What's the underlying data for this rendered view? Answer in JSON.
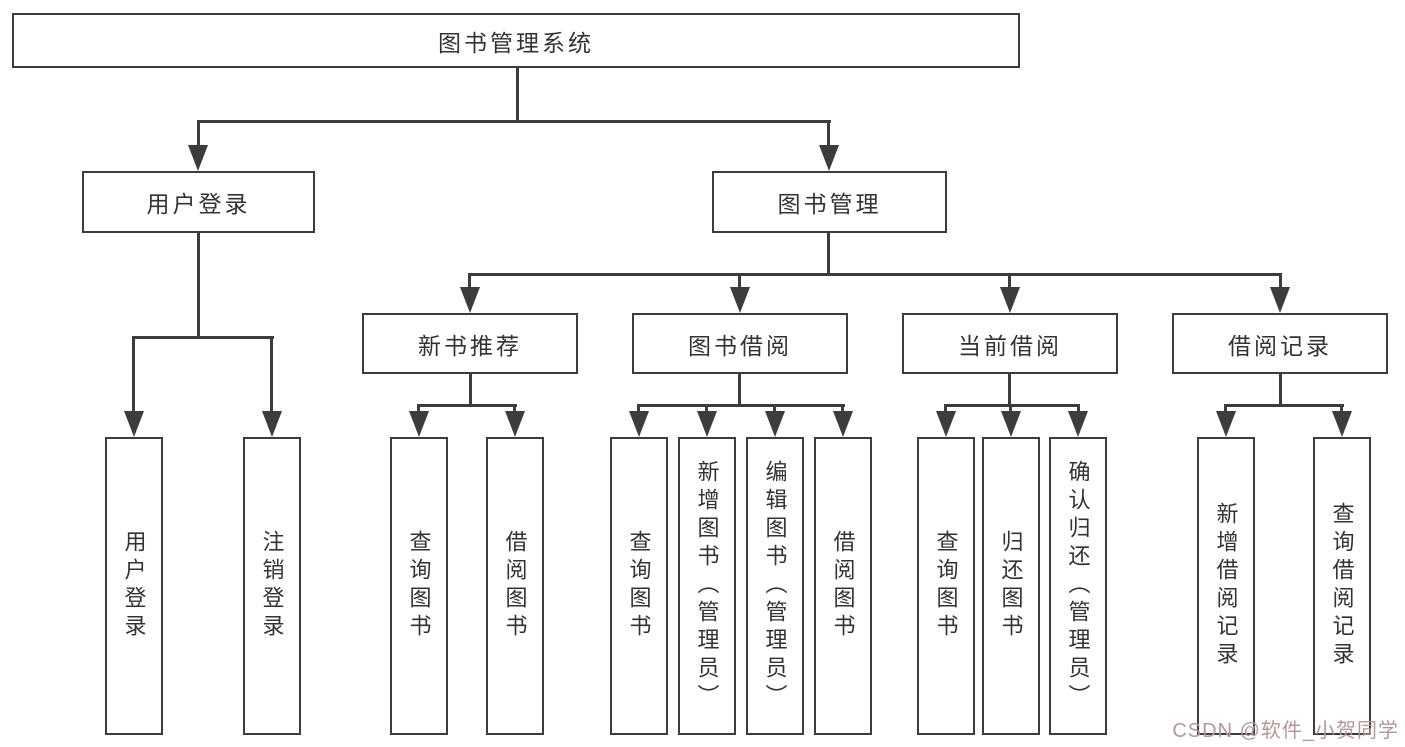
{
  "root": {
    "label": "图书管理系统"
  },
  "level2": [
    {
      "label": "用户登录"
    },
    {
      "label": "图书管理"
    }
  ],
  "level3": [
    {
      "label": "新书推荐"
    },
    {
      "label": "图书借阅"
    },
    {
      "label": "当前借阅"
    },
    {
      "label": "借阅记录"
    }
  ],
  "leaves": {
    "login": [
      {
        "label": "用户登录"
      },
      {
        "label": "注销登录"
      }
    ],
    "recommend": [
      {
        "label": "查询图书"
      },
      {
        "label": "借阅图书"
      }
    ],
    "borrow": [
      {
        "label": "查询图书"
      },
      {
        "label": "新增图书（管理员）"
      },
      {
        "label": "编辑图书（管理员）"
      },
      {
        "label": "借阅图书"
      }
    ],
    "current": [
      {
        "label": "查询图书"
      },
      {
        "label": "归还图书"
      },
      {
        "label": "确认归还（管理员）"
      }
    ],
    "records": [
      {
        "label": "新增借阅记录"
      },
      {
        "label": "查询借阅记录"
      }
    ]
  },
  "watermark": {
    "text": "CSDN @软件_小贺同学"
  },
  "colors": {
    "line": "#3c3c3c",
    "text": "#333333",
    "watermark": "#b49898",
    "background": "#ffffff"
  }
}
